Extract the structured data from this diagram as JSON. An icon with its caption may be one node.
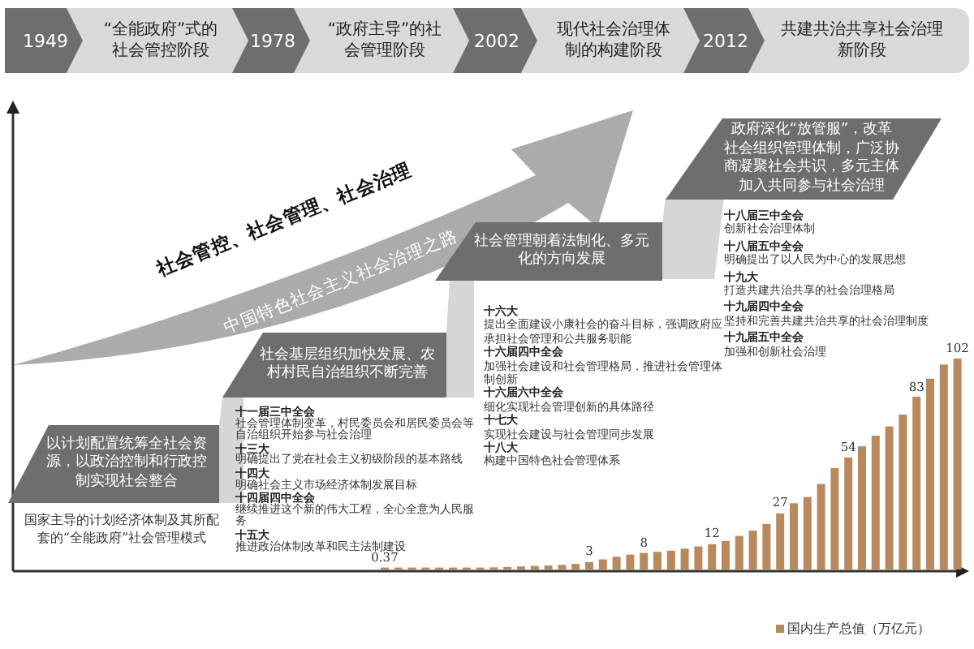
{
  "diagram": {
    "nodes": [
      {
        "text": [
          "1949"
        ]
      },
      {
        "text": [
          "“全能政府”式的社会管控阶段"
        ]
      },
      {
        "text": [
          "1978"
        ]
      },
      {
        "text": [
          "“政府主导”的社会管理阶段"
        ]
      },
      {
        "text": [
          "2002"
        ]
      },
      {
        "text": [
          "现代社会治理体制的构建阶段"
        ]
      },
      {
        "text": [
          "2012"
        ]
      },
      {
        "text": [
          "共建共治共享社会治理新阶段"
        ]
      },
      {
        "text": [
          "中国特色社会主义社会治理之路"
        ],
        "beside": [
          "社会管控、社会管理、社会治理"
        ]
      },
      {
        "text": [
          "以计划配置统筹全社会资源，以政治控制和行政控制实现社会整合"
        ]
      },
      {
        "text": [
          "社会基层组织加快发展、农村村民自治组织不断完善"
        ]
      },
      {
        "text": [
          "社会管理朝着法制化、多元化的方向发展"
        ]
      },
      {
        "text": [
          "政府深化“放管服”，改革社会组织管理体制，广泛协商凝聚社会共识，多元主体加入共同参与社会治理"
        ]
      }
    ],
    "labels": [
      "国家主导的计划经济体制及其所配套的“全能政府”社会管理模式",
      "十一届三中全会",
      "社会管理体制变革，村民委员会和居民委员会等自治组织开始参与社会治理",
      "十三大",
      "明确提出了党在社会主义初级阶段的基本路线",
      "十四大",
      "明确社会主义市场经济体制发展目标",
      "十四届四中全会",
      "继续推进这个新的伟大工程，全心全意为人民服务",
      "十五大",
      "推进政治体制改革和民主法制建设",
      "十六大",
      "提出全面建设小康社会的奋斗目标，强调政府应承担社会管理和公共服务职能",
      "十六届四中全会",
      "加强社会建设和社会管理格局，推进社会管理体制创新",
      "十六届六中全会",
      "细化实现社会管理创新的具体路径",
      "十七大",
      "实现社会建设与社会管理同步发展",
      "十八大",
      "构建中国特色社会管理体系",
      "十八届三中全会",
      "创新社会治理体制",
      "十八届五中全会",
      "明确提出了以人民为中心的发展思想",
      "十九大",
      "打造共建共治共享的社会治理格局",
      "十九届四中全会",
      "坚持和完善共建共治共享的社会治理制度",
      "十九届五中全会",
      "加强和创新社会治理",
      "0.37",
      "3",
      "8",
      "12",
      "27",
      "54",
      "83",
      "102"
    ],
    "legend": [
      {
        "text": "国内生产总值（万亿元）",
        "color": "#b8895e"
      }
    ]
  }
}
